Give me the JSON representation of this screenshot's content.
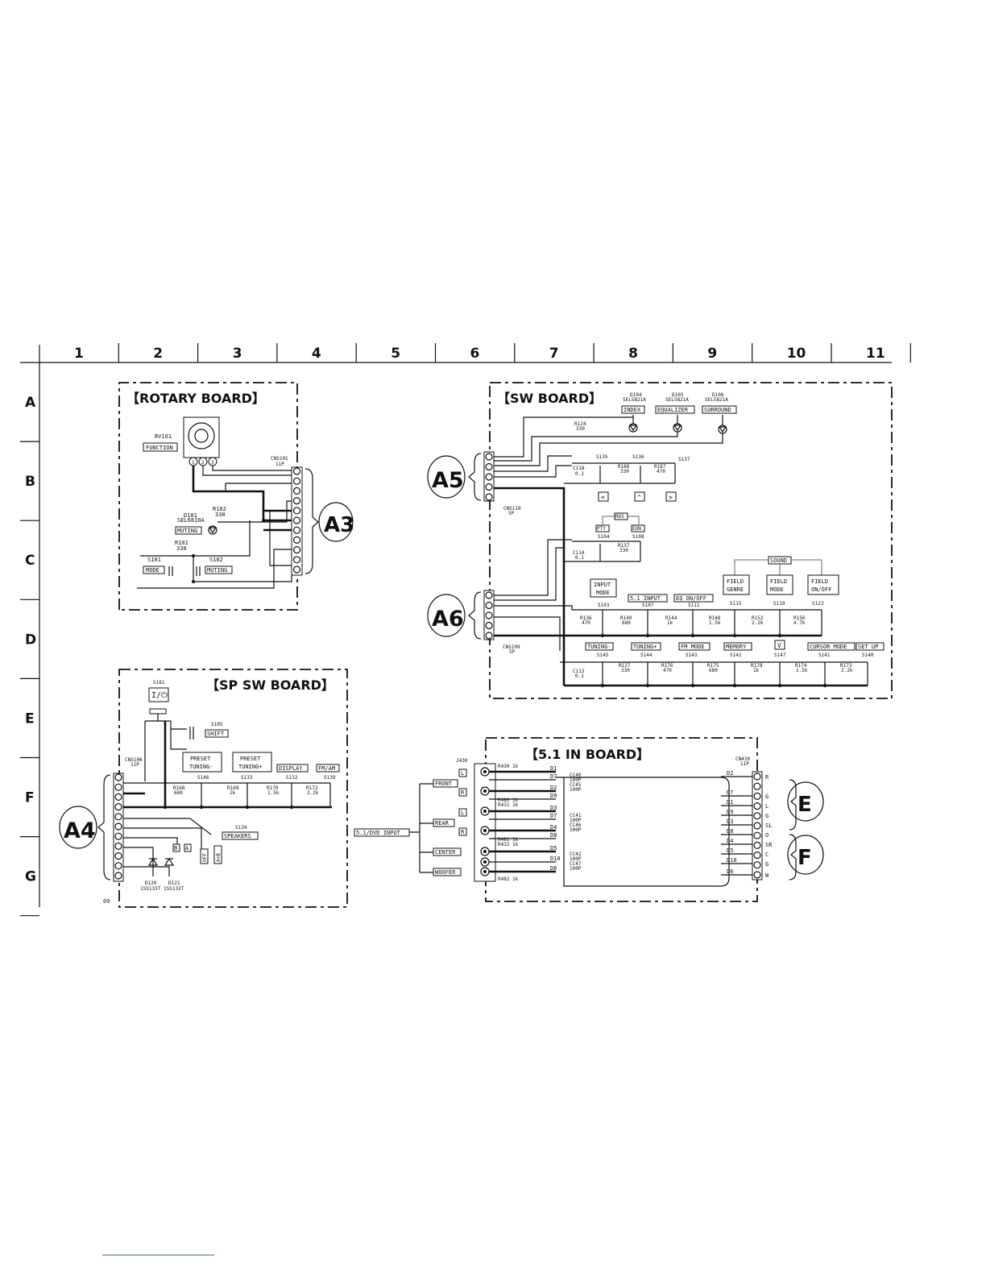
{
  "grid": {
    "columns": [
      "1",
      "2",
      "3",
      "4",
      "5",
      "6",
      "7",
      "8",
      "9",
      "10",
      "11"
    ],
    "rows": [
      "A",
      "B",
      "C",
      "D",
      "E",
      "F",
      "G"
    ]
  },
  "rotary_board": {
    "title": "【ROTARY BOARD】",
    "rv101": "RV101",
    "function": "FUNCTION",
    "pins": [
      "1",
      "2",
      "3"
    ],
    "cns101": "CNS101",
    "cns101_pins": "11P",
    "d101": "D101",
    "d101_part": "SEL6810A",
    "muting_led": "MUTING",
    "r102": "R102",
    "r102_val": "330",
    "r101": "R101",
    "r101_val": "330",
    "s101": "S101",
    "mode": "MODE",
    "s102": "S102",
    "muting_sw": "MUTING",
    "connector": "A3"
  },
  "sw_board": {
    "title": "【SW BOARD】",
    "d104": "D104",
    "d104_part": "SEL5821A",
    "d105": "D105",
    "d105_part": "SEL5821A",
    "d106": "D106",
    "d106_part": "SEL5821A",
    "index": "INDEX",
    "equalizer": "EQUALIZER",
    "surround": "SURROUND",
    "r124": "R124",
    "r124_val": "330",
    "s135": "S135",
    "s136": "S136",
    "s137": "S137",
    "c118": "C118",
    "c118_val": "0.1",
    "r166": "R166",
    "r166_val": "330",
    "r167": "R167",
    "r167_val": "470",
    "arrow_left": "<",
    "arrow_up": "^",
    "arrow_right": ">",
    "cns110": "CNS110",
    "cns110_pins": "5P",
    "rds": "RDS",
    "pty": "PTY",
    "eon": "EON",
    "s104": "S104",
    "s108": "S108",
    "c114": "C114",
    "c114_val": "0.1",
    "r137": "R137",
    "r137_val": "330",
    "sound": "SOUND",
    "field_genre": [
      "FIELD",
      "GENRE"
    ],
    "field_mode": [
      "FIELD",
      "MODE"
    ],
    "field_onoff": [
      "FIELD",
      "ON/OFF"
    ],
    "input_mode": [
      "INPUT",
      "MODE"
    ],
    "in51": "5.1 INPUT",
    "eq_onoff": "EQ ON/OFF",
    "s103": "S103",
    "s107": "S107",
    "s111": "S111",
    "s115": "S115",
    "s119": "S119",
    "s123": "S123",
    "r136": "R136",
    "r136_val": "470",
    "r140": "R140",
    "r140_val": "680",
    "r144": "R144",
    "r144_val": "1k",
    "r148": "R148",
    "r148_val": "1.5k",
    "r152": "R152",
    "r152_val": "2.2k",
    "r156": "R156",
    "r156_val": "4.7k",
    "cns109": "CNS109",
    "cns109_pins": "5P",
    "tuning_minus": "TUNING-",
    "tuning_plus": "TUNING+",
    "fm_mode": "FM MODE",
    "memory": "MEMORY",
    "down": "V",
    "cursor_mode": "CURSOR MODE",
    "set_up": "SET UP",
    "s145": "S145",
    "s144": "S144",
    "s143": "S143",
    "s142": "S142",
    "s147": "S147",
    "s141": "S141",
    "s140": "S140",
    "c113": "C113",
    "c113_val": "0.1",
    "r127": "R127",
    "r127_val": "330",
    "r176": "R176",
    "r176_val": "470",
    "r175": "R175",
    "r175_val": "680",
    "r178": "R178",
    "r178_val": "1k",
    "r174": "R174",
    "r174_val": "1.5k",
    "r173": "R173",
    "r173_val": "2.2k",
    "connector_a5": "A5",
    "connector_a6": "A6"
  },
  "sp_sw_board": {
    "title": "【SP SW BOARD】",
    "s181": "S181",
    "power": "I/⏻",
    "s105": "S105",
    "shift": "SHIFT",
    "cns106": "CNS106",
    "cns106_pins": "11P",
    "preset_minus": [
      "PRESET",
      "TUNING-"
    ],
    "preset_plus": [
      "PRESET",
      "TUNING+"
    ],
    "display": "DISPLAY",
    "fm_am": "FM/AM",
    "s146": "S146",
    "s133": "S133",
    "s132": "S132",
    "s139": "S139",
    "r168": "R168",
    "r168_val": "680",
    "r169": "R169",
    "r169_val": "1k",
    "r170": "R170",
    "r170_val": "1.5k",
    "r172": "R172",
    "r172_val": "2.2k",
    "s134": "S134",
    "speakers": "SPEAKERS",
    "sp_a": "A",
    "sp_b": "B",
    "sp_ab": "A+B",
    "sp_off": "OFF",
    "d120": "D120",
    "d120_part": "1SS133T",
    "d121": "D121",
    "d121_part": "1SS133T",
    "footnote": "09",
    "connector": "A4"
  },
  "in51_board": {
    "title": "【5.1 IN BOARD】",
    "j430": "J430",
    "front": "FRONT",
    "rear": "REAR",
    "center": "CENTER",
    "woofer": "WOOFER",
    "input_label": "5.1/DVD INPUT",
    "l": "L",
    "r": "R",
    "r430": "R430 1k",
    "r480": "R480 1k",
    "r431": "R431 1k",
    "r481": "R481 1k",
    "r432": "R432 1k",
    "r482": "R482 1k",
    "caps1": [
      "CC40",
      "100P",
      "CC45",
      "100P"
    ],
    "caps2": [
      "CC41",
      "100P",
      "CC46",
      "100P"
    ],
    "caps3": [
      "CC42",
      "100P",
      "CC47",
      "100P"
    ],
    "nets_left": [
      "D1",
      "D7",
      "D2",
      "D9",
      "D3",
      "D7",
      "D4",
      "D8",
      "D5",
      "D10",
      "D6"
    ],
    "cn430": "CN430",
    "cn430_pins": "11P",
    "nets_right": [
      "D2",
      "D7",
      "D1",
      "D9",
      "D3",
      "D8",
      "D4",
      "D5",
      "D10",
      "D6"
    ],
    "pin_letters": [
      "R",
      "G",
      "L",
      "G",
      "SL",
      "O",
      "SR",
      "C",
      "G",
      "W"
    ],
    "connector_e": "E",
    "connector_f": "F"
  }
}
